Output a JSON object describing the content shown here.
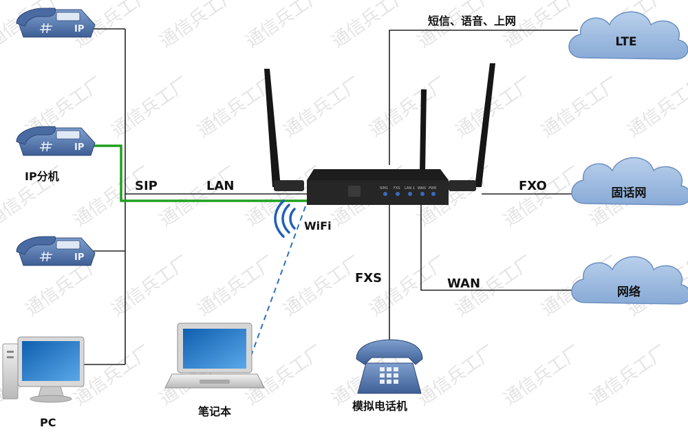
{
  "watermark": "通信兵工厂",
  "lte_services": "短信、语音、上网",
  "clouds": {
    "lte": "LTE",
    "pstn": "固话网",
    "internet": "网络"
  },
  "links": {
    "sip": "SIP",
    "lan": "LAN",
    "wifi": "WiFi",
    "fxo": "FXO",
    "wan": "WAN",
    "fxs": "FXS"
  },
  "devices": {
    "ip_phone_label": "IP分机",
    "ip_phone_badge": "IP",
    "pc_label": "PC",
    "laptop_label": "笔记本",
    "analog_phone_label": "模拟电话机"
  },
  "router": {
    "port_labels": [
      "SIM1",
      "FXS",
      "LAN 1",
      "WAN",
      "PWR"
    ]
  },
  "colors": {
    "phone_body": "#5b7fb5",
    "cloud_fill": "#9dbbe0",
    "ip_link": "#1fa01f",
    "wifi_link": "#2a6fbf"
  }
}
